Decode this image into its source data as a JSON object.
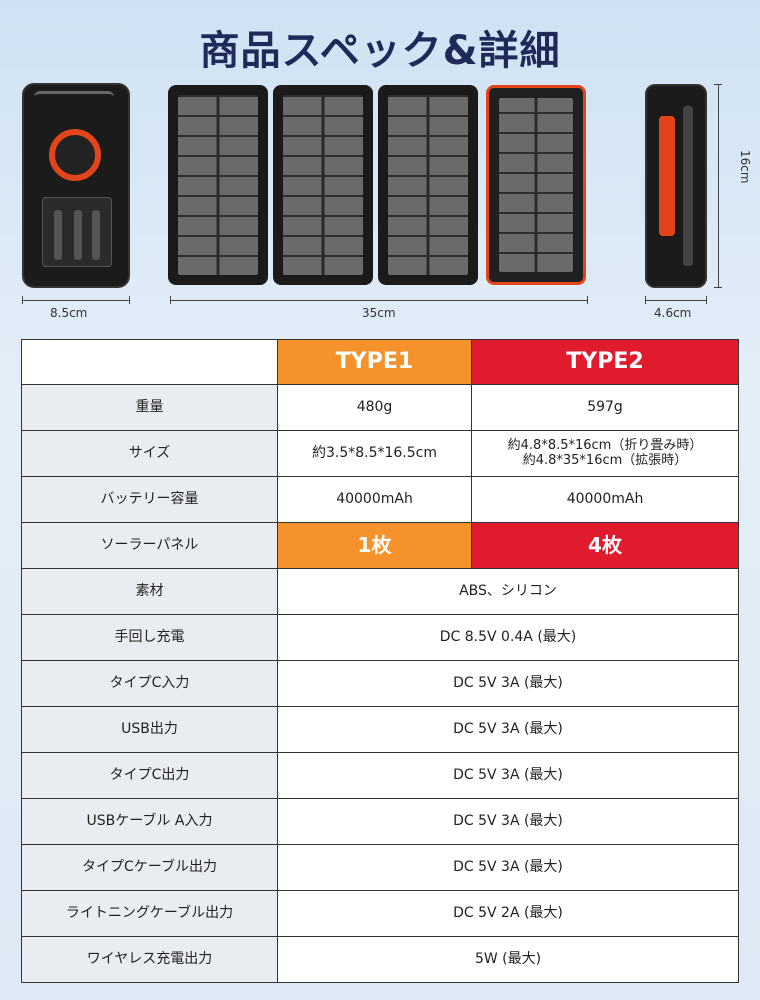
{
  "title": "商品スペック&詳細",
  "dimensions": {
    "width_front": "8.5cm",
    "width_open": "35cm",
    "thickness": "4.6cm",
    "height": "16cm"
  },
  "table": {
    "headers": [
      "",
      "TYPE1",
      "TYPE2"
    ],
    "rows": [
      {
        "label": "重量",
        "type1": "480g",
        "type2": "597g"
      },
      {
        "label": "サイズ",
        "type1": "約3.5*8.5*16.5cm",
        "type2_line1": "約4.8*8.5*16cm（折り畳み時）",
        "type2_line2": "約4.8*35*16cm（拡張時）"
      },
      {
        "label": "バッテリー容量",
        "type1": "40000mAh",
        "type2": "40000mAh"
      },
      {
        "label": "ソーラーパネル",
        "type1": "1枚",
        "type2": "4枚"
      },
      {
        "label": "素材",
        "value": "ABS、シリコン"
      },
      {
        "label": "手回し充電",
        "value": "DC 8.5V 0.4A (最大)"
      },
      {
        "label": "タイプC入力",
        "value": "DC 5V 3A (最大)"
      },
      {
        "label": "USB出力",
        "value": "DC 5V 3A (最大)"
      },
      {
        "label": "タイプC出力",
        "value": "DC 5V 3A (最大)"
      },
      {
        "label": "USBケーブル A入力",
        "value": "DC 5V 3A (最大)"
      },
      {
        "label": "タイプCケーブル出力",
        "value": "DC 5V 3A (最大)"
      },
      {
        "label": "ライトニングケーブル出力",
        "value": "DC 5V 2A (最大)"
      },
      {
        "label": "ワイヤレス充電出力",
        "value": "5W (最大)"
      }
    ]
  },
  "colors": {
    "type1": "#f5922b",
    "type2": "#e01b2e",
    "title": "#1f2a5a",
    "accent_orange": "#e2451c"
  }
}
